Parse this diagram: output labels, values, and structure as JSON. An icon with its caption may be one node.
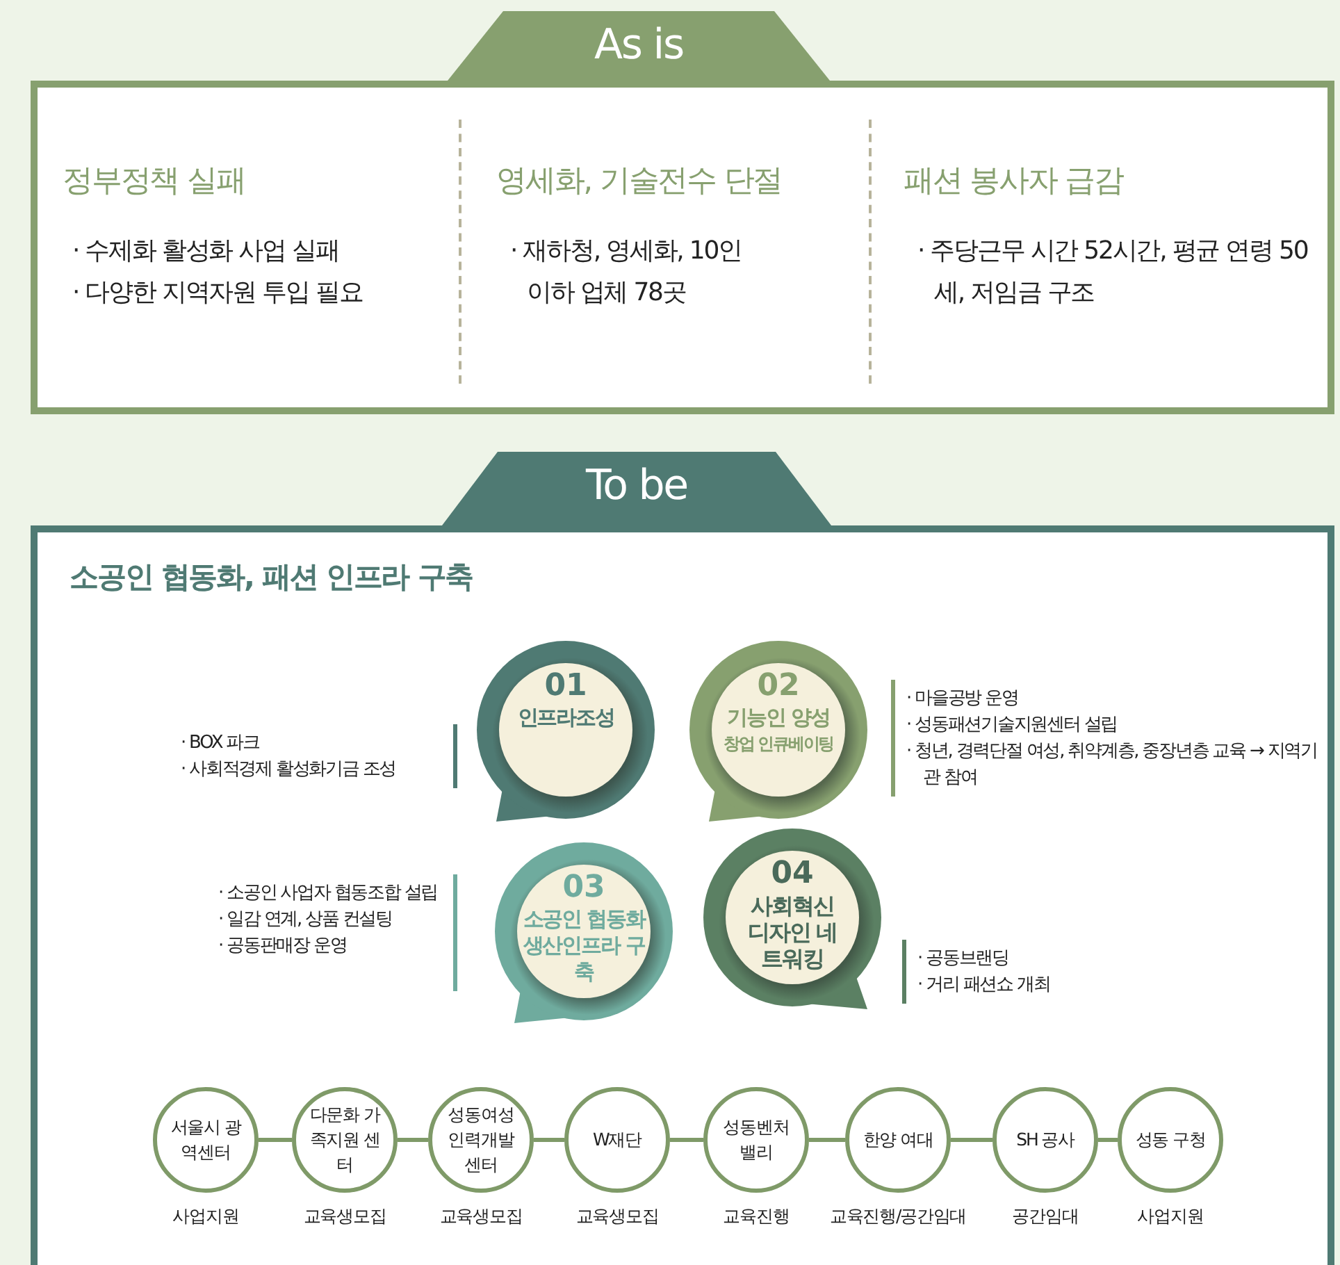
{
  "diagram": {
    "nodes": [
      {
        "text": [
          "As is"
        ]
      },
      {
        "text": [
          "To be",
          "소공인 협동화, 패션 인프라 구축"
        ]
      },
      {
        "text": [
          "01",
          "인프라조성"
        ],
        "in": 1,
        "beside": [
          "· BOX 파크",
          "· 사회적경제 활성화기금 조성"
        ]
      },
      {
        "text": [
          "02",
          "기능인 양성",
          "창업 인큐베이팅"
        ],
        "in": 1,
        "beside": [
          "· 마을공방 운영",
          "· 성동패션기술지원센터 설립",
          "· 청년, 경력단절 여성, 취약계층, 중장년층 교육 → 지역기관 참여"
        ]
      },
      {
        "text": [
          "03",
          "소공인 협동화 생산인프라 구축"
        ],
        "in": 1,
        "beside": [
          "· 소공인 사업자 협동조합 설립",
          "· 일감 연계, 상품 컨설팅",
          "· 공동판매장 운영"
        ]
      },
      {
        "text": [
          "04",
          "사회혁신 디자인 네트워킹"
        ],
        "in": 1,
        "beside": [
          "· 공동브랜딩",
          "· 거리 패션쇼 개최"
        ]
      },
      {
        "text": [
          "서울시 광역센터"
        ],
        "in": 1,
        "beside": [
          "사업지원"
        ]
      },
      {
        "text": [
          "다문화 가족지원 센터"
        ],
        "in": 1,
        "beside": [
          "교육생모집"
        ]
      },
      {
        "text": [
          "성동여성 인력개발 센터"
        ],
        "in": 1,
        "beside": [
          "교육생모집"
        ]
      },
      {
        "text": [
          "W재단"
        ],
        "in": 1,
        "beside": [
          "교육생모집"
        ]
      },
      {
        "text": [
          "성동벤처 밸리"
        ],
        "in": 1,
        "beside": [
          "교육진행"
        ]
      },
      {
        "text": [
          "한양 여대"
        ],
        "in": 1,
        "beside": [
          "교육진행/공간임대"
        ]
      },
      {
        "text": [
          "SH 공사"
        ],
        "in": 1,
        "beside": [
          "공간임대"
        ]
      },
      {
        "text": [
          "성동 구청"
        ],
        "in": 1,
        "beside": [
          "사업지원"
        ]
      }
    ],
    "edges": [
      {
        "from": 6,
        "to": 7,
        "arrow": "none"
      },
      {
        "from": 7,
        "to": 8,
        "arrow": "none"
      },
      {
        "from": 8,
        "to": 9,
        "arrow": "none"
      },
      {
        "from": 9,
        "to": 10,
        "arrow": "none"
      },
      {
        "from": 10,
        "to": 11,
        "arrow": "none"
      },
      {
        "from": 11,
        "to": 12,
        "arrow": "none"
      },
      {
        "from": 12,
        "to": 13,
        "arrow": "none"
      }
    ],
    "labels": [
      "정부정책 실패",
      "· 수제화 활성화 사업 실패",
      "· 다양한 지역자원 투입 필요",
      "영세화, 기술전수 단절",
      "· 재하청, 영세화, 10인 이하 업체 78곳",
      "패션 봉사자 급감",
      "· 주당근무 시간 52시간, 평균 연령 50세, 저임금 구조"
    ]
  }
}
